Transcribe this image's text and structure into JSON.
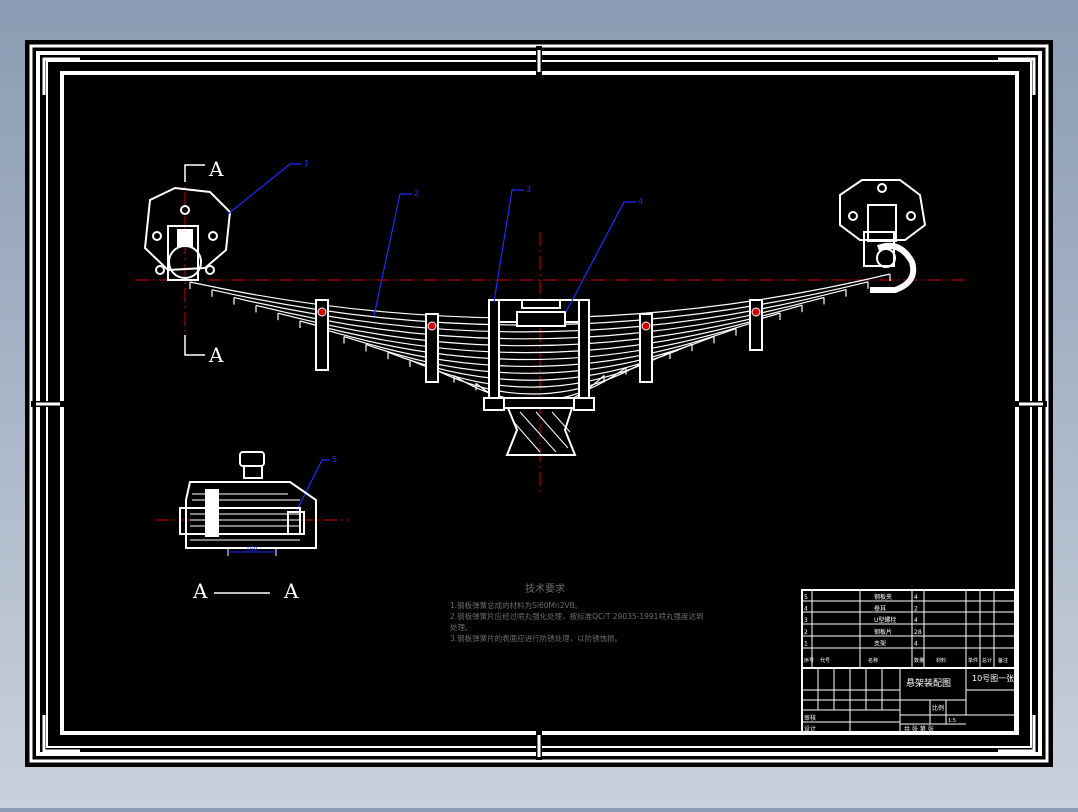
{
  "section_labels": {
    "top_A": "A",
    "bottom_A": "A",
    "view_left": "A",
    "view_right": "A"
  },
  "leader_numbers": [
    "1",
    "2",
    "3",
    "4",
    "5"
  ],
  "dimension_text": "150",
  "tech_requirements": {
    "title": "技术要求",
    "lines": [
      "1.钢板弹簧总成的材料为Si60Mn2VB。",
      "2.钢板弹簧片应经过喷丸强化处理，按标准QC/T 29035-1991喷丸强度达到",
      "   处理。",
      "3.钢板弹簧片的表面应进行防锈处理，以防锈蚀损。"
    ]
  },
  "parts_list": {
    "rows": [
      {
        "no": "5",
        "name": "钢板夹",
        "qty": "4"
      },
      {
        "no": "4",
        "name": "卷耳",
        "qty": "2"
      },
      {
        "no": "3",
        "name": "U型螺栓",
        "qty": "4"
      },
      {
        "no": "2",
        "name": "钢板片",
        "qty": "28"
      },
      {
        "no": "1",
        "name": "支架",
        "qty": "4"
      }
    ],
    "header": [
      "序号",
      "代号",
      "名称",
      "数量",
      "材料",
      "单件",
      "总计",
      "备注"
    ]
  },
  "title_block": {
    "drawing_title": "悬架装配图",
    "drawing_code": "10号图一张",
    "scale_label": "比例",
    "scale_value": "1:5",
    "review_label": "审核",
    "design_label": "设计",
    "sheet_info": "共 张 第 张"
  },
  "colors": {
    "background": "#000000",
    "lines": "#ffffff",
    "centerline": "#d40000",
    "leader": "#1a2cff",
    "page": "#8a9bb3"
  }
}
